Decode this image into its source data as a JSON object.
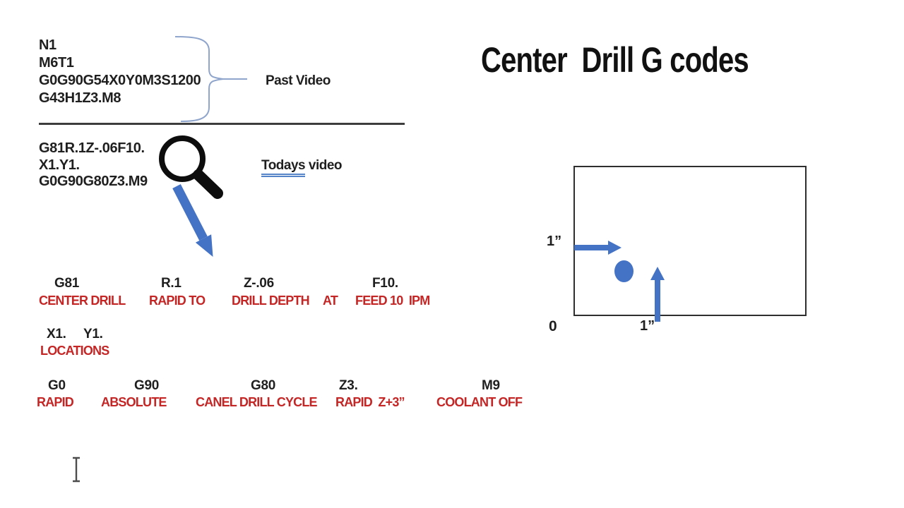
{
  "title": "Center  Drill G codes",
  "past_video": {
    "lines": [
      "N1",
      "M6T1",
      "G0G90G54X0Y0M3S1200",
      "G43H1Z3.M8"
    ],
    "label": "Past Video"
  },
  "todays_video": {
    "lines": [
      "G81R.1Z-.06F10.",
      "X1.Y1.",
      "G0G90G80Z3.M9"
    ],
    "label_underlined": "Todays",
    "label_rest": " video"
  },
  "g81_row": {
    "codes": [
      "G81",
      "R.1",
      "Z-.06",
      "F10."
    ],
    "meanings": [
      "CENTER DRILL",
      "RAPID TO",
      "DRILL DEPTH",
      "AT",
      "FEED 10  IPM"
    ]
  },
  "location_row": {
    "codes": [
      "X1.",
      "Y1."
    ],
    "meaning": "LOCATIONS"
  },
  "g80_row": {
    "codes": [
      "G0",
      "G90",
      "G80",
      "Z3.",
      "M9"
    ],
    "meanings": [
      "RAPID",
      "ABSOLUTE",
      "CANEL DRILL CYCLE",
      "RAPID  Z+3”",
      "COOLANT OFF"
    ]
  },
  "diagram": {
    "left_dimension": "1”",
    "origin_label": "0",
    "bottom_dimension": "1”"
  },
  "icons": {
    "brace": "right-curly-brace",
    "magnifier": "magnifying-glass",
    "diagonal_arrow": "arrow-down-right",
    "right_arrow": "arrow-right",
    "up_arrow": "arrow-up",
    "text_cursor": "i-beam-cursor"
  },
  "colors": {
    "accent_blue": "#4472C4",
    "brace_blue": "#8FA5CC",
    "label_red": "#C42525",
    "text_black": "#1F1F1F",
    "background": "#FFFFFF"
  }
}
